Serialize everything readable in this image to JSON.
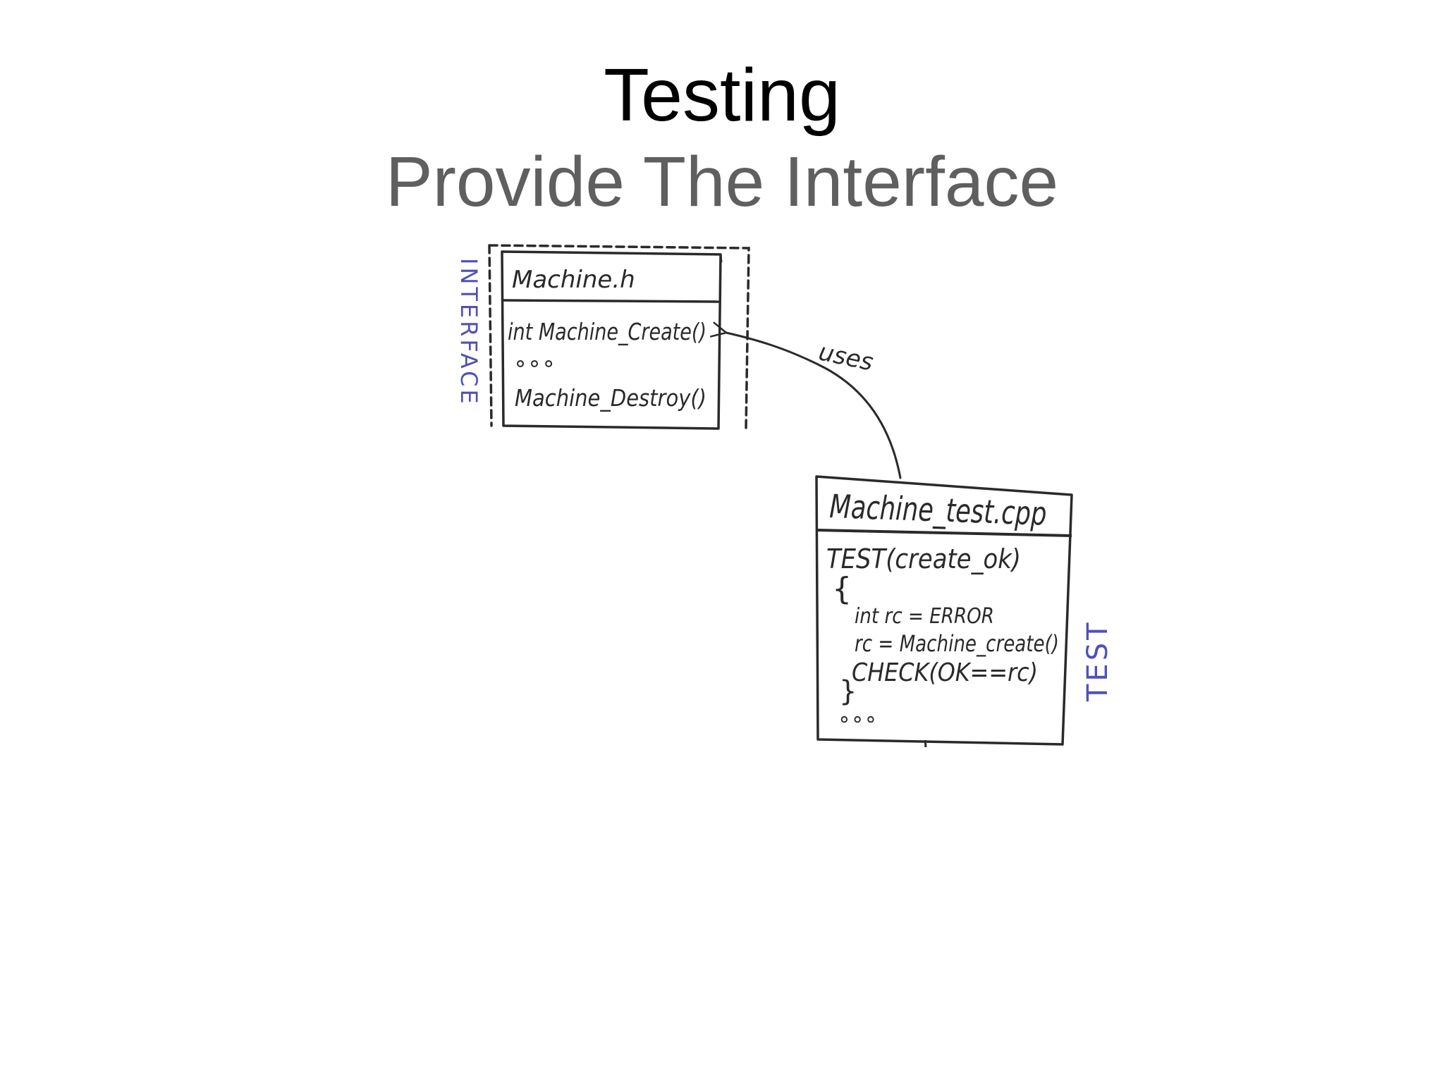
{
  "slide": {
    "title": "Testing",
    "subtitle": "Provide The Interface"
  },
  "diagram": {
    "interface_label": "INTERFACE",
    "test_label": "TEST",
    "arrow_label": "uses",
    "header_box": {
      "filename": "Machine.h",
      "lines": [
        "int Machine_Create()",
        "∘∘∘",
        "Machine_Destroy()"
      ]
    },
    "test_box": {
      "filename": "Machine_test.cpp",
      "lines": [
        "TEST(create_ok)",
        "{",
        "int rc = ERROR",
        "rc = Machine_create()",
        "CHECK(OK==rc)",
        "}",
        "∘∘∘"
      ]
    },
    "colors": {
      "ink": "#2a2a2a",
      "label_blue": "#5050b8",
      "subtitle_gray": "#5f5f5f"
    }
  }
}
